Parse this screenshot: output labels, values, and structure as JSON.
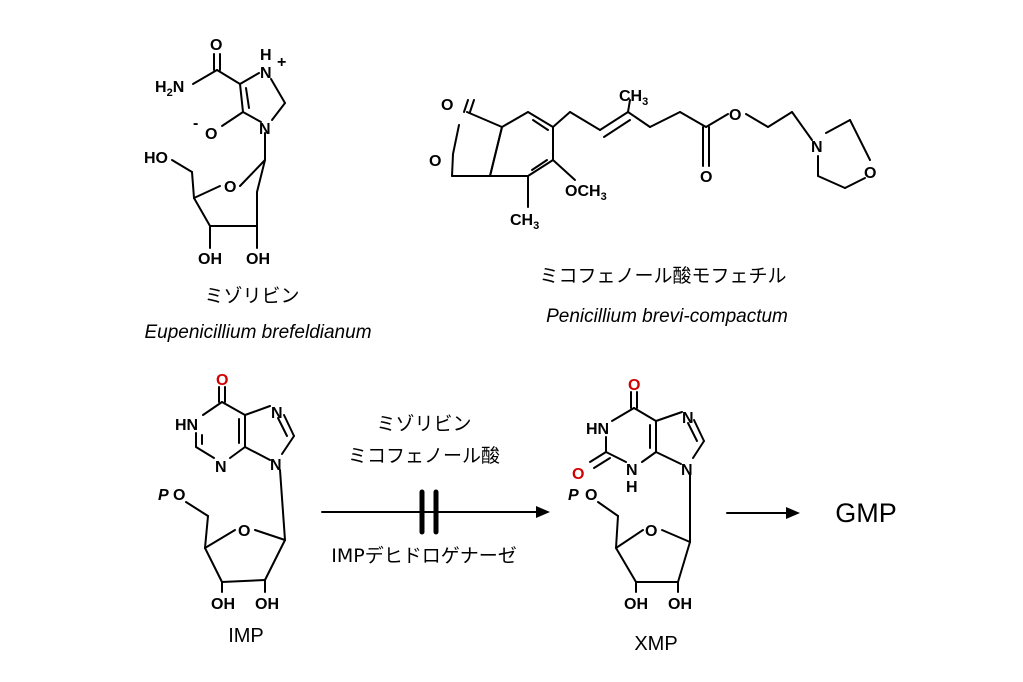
{
  "mizoribine": {
    "name": "ミゾリビン",
    "source": "Eupenicillium brefeldianum",
    "atoms": {
      "o_carbonyl": "O",
      "h2n": "H",
      "h2n_2": "2",
      "h2n_n": "N",
      "nh_plus": "+",
      "nh_h": "H",
      "nh_n": "N",
      "n_ring": "N",
      "o_minus": "-",
      "o_enolate": "O",
      "ho": "HO",
      "o_ring": "O",
      "oh_left": "OH",
      "oh_right": "OH"
    }
  },
  "mmf": {
    "name": "ミコフェノール酸モフェチル",
    "source": "Penicillium brevi-compactum",
    "atoms": {
      "o_lactone_co": "O",
      "o_lactone": "O",
      "ch3_top": "CH",
      "ch3_top_3": "3",
      "och3": "OCH",
      "och3_3": "3",
      "ch3_bottom": "CH",
      "ch3_bottom_3": "3",
      "o_ester_co": "O",
      "o_ester": "O",
      "n_morph": "N",
      "o_morph": "O"
    }
  },
  "imp": {
    "name": "IMP",
    "atoms": {
      "o_top": "O",
      "hn": "HN",
      "n_left": "N",
      "n_top": "N",
      "n_9": "N",
      "p": "P",
      "o_5": "O",
      "o_ring": "O",
      "oh_left": "OH",
      "oh_right": "OH"
    }
  },
  "xmp": {
    "name": "XMP",
    "atoms": {
      "o_top": "O",
      "hn": "HN",
      "o_left": "O",
      "nh_n": "N",
      "nh_h": "H",
      "n_top": "N",
      "n_9": "N",
      "p": "P",
      "o_5": "O",
      "o_ring": "O",
      "oh_left": "OH",
      "oh_right": "OH"
    }
  },
  "reaction": {
    "inhibitor_1": "ミゾリビン",
    "inhibitor_2": "ミコフェノール酸",
    "enzyme": "IMPデヒドロゲナーゼ",
    "product": "GMP"
  },
  "colors": {
    "highlight": "#d40000"
  }
}
